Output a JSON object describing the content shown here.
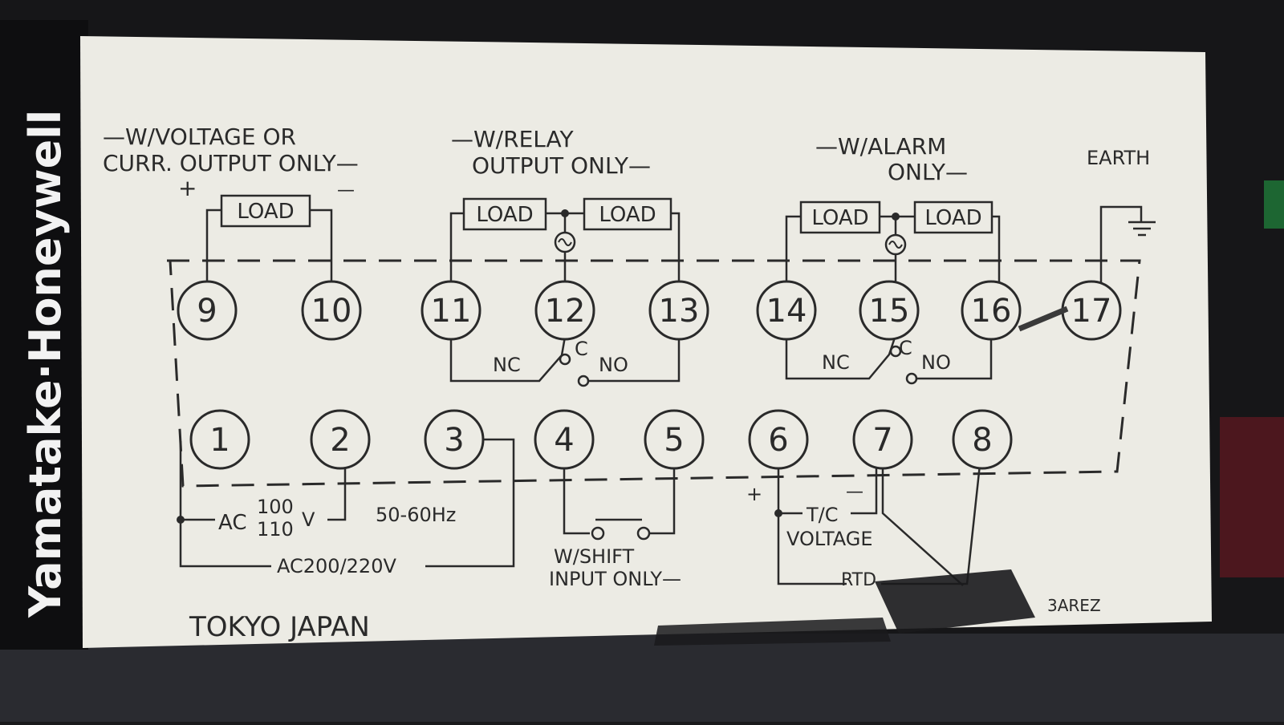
{
  "brand": "Yamatake·Honeywell",
  "labels": {
    "voltage_title_1": "—W/VOLTAGE OR",
    "voltage_title_2": "CURR. OUTPUT ONLY—",
    "plus": "+",
    "minus": "—",
    "relay_title_1": "—W/RELAY",
    "relay_title_2": "OUTPUT ONLY—",
    "alarm_title_1": "—W/ALARM",
    "alarm_title_2": "ONLY—",
    "earth": "EARTH",
    "load": "LOAD",
    "nc": "NC",
    "c": "C",
    "no": "NO",
    "ac_prefix": "AC",
    "ac_v1": "100",
    "ac_v2": "110",
    "ac_suffix": "V",
    "freq": "50-60Hz",
    "ac_high": "AC200/220V",
    "shift_1": "W/SHIFT",
    "shift_2": "INPUT ONLY—",
    "tc": "T/C",
    "voltage": "VOLTAGE",
    "rtd": "RTD",
    "tokyo": "TOKYO JAPAN",
    "partial_code": "3AREZ"
  },
  "terminals_top": [
    "9",
    "10",
    "11",
    "12",
    "13",
    "14",
    "15",
    "16",
    "17"
  ],
  "terminals_bottom": [
    "1",
    "2",
    "3",
    "4",
    "5",
    "6",
    "7",
    "8"
  ],
  "colors": {
    "label_bg": "#ecebe4",
    "ink": "#2a2a2a",
    "housing": "#141416"
  }
}
